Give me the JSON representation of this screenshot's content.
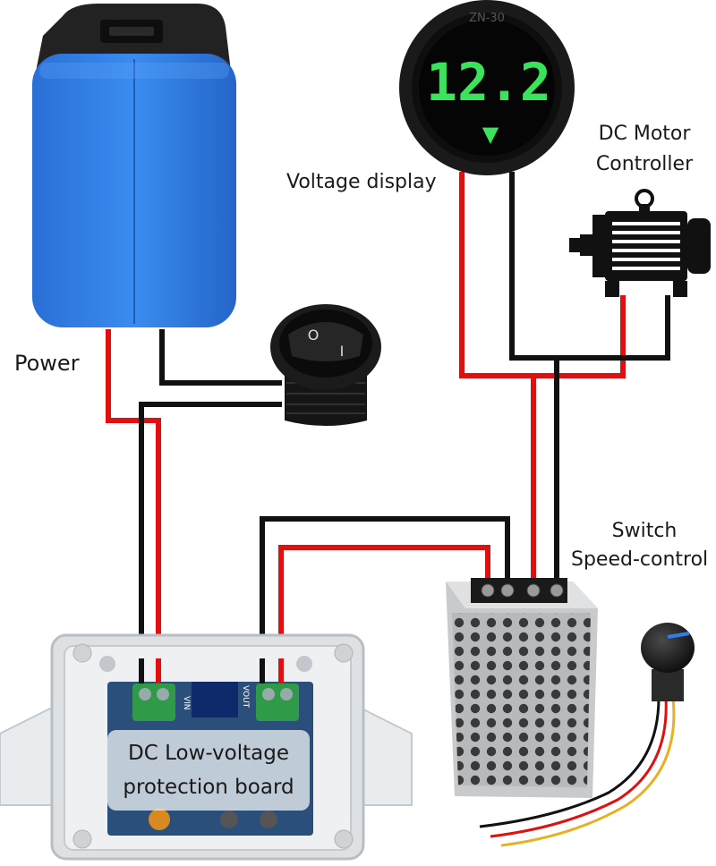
{
  "labels": {
    "power": "Power",
    "voltage_display": "Voltage display",
    "motor_line1": "DC Motor",
    "motor_line2": "Controller",
    "switch_line1": "Switch",
    "switch_line2": "Speed-control",
    "board_line1": "DC Low-voltage",
    "board_line2": "protection board"
  },
  "voltmeter": {
    "reading": "12.2",
    "arrow": "▼",
    "rim_text": "ZN-30"
  },
  "rocker_switch": {
    "off_symbol": "O",
    "on_symbol": "I"
  },
  "pcb": {
    "terminal_in": "VIN",
    "terminal_out": "VOUT"
  },
  "colors": {
    "wire_positive": "#e01010",
    "wire_negative": "#111111",
    "battery": "#2f7fe6",
    "display_digits": "#39e35a"
  }
}
